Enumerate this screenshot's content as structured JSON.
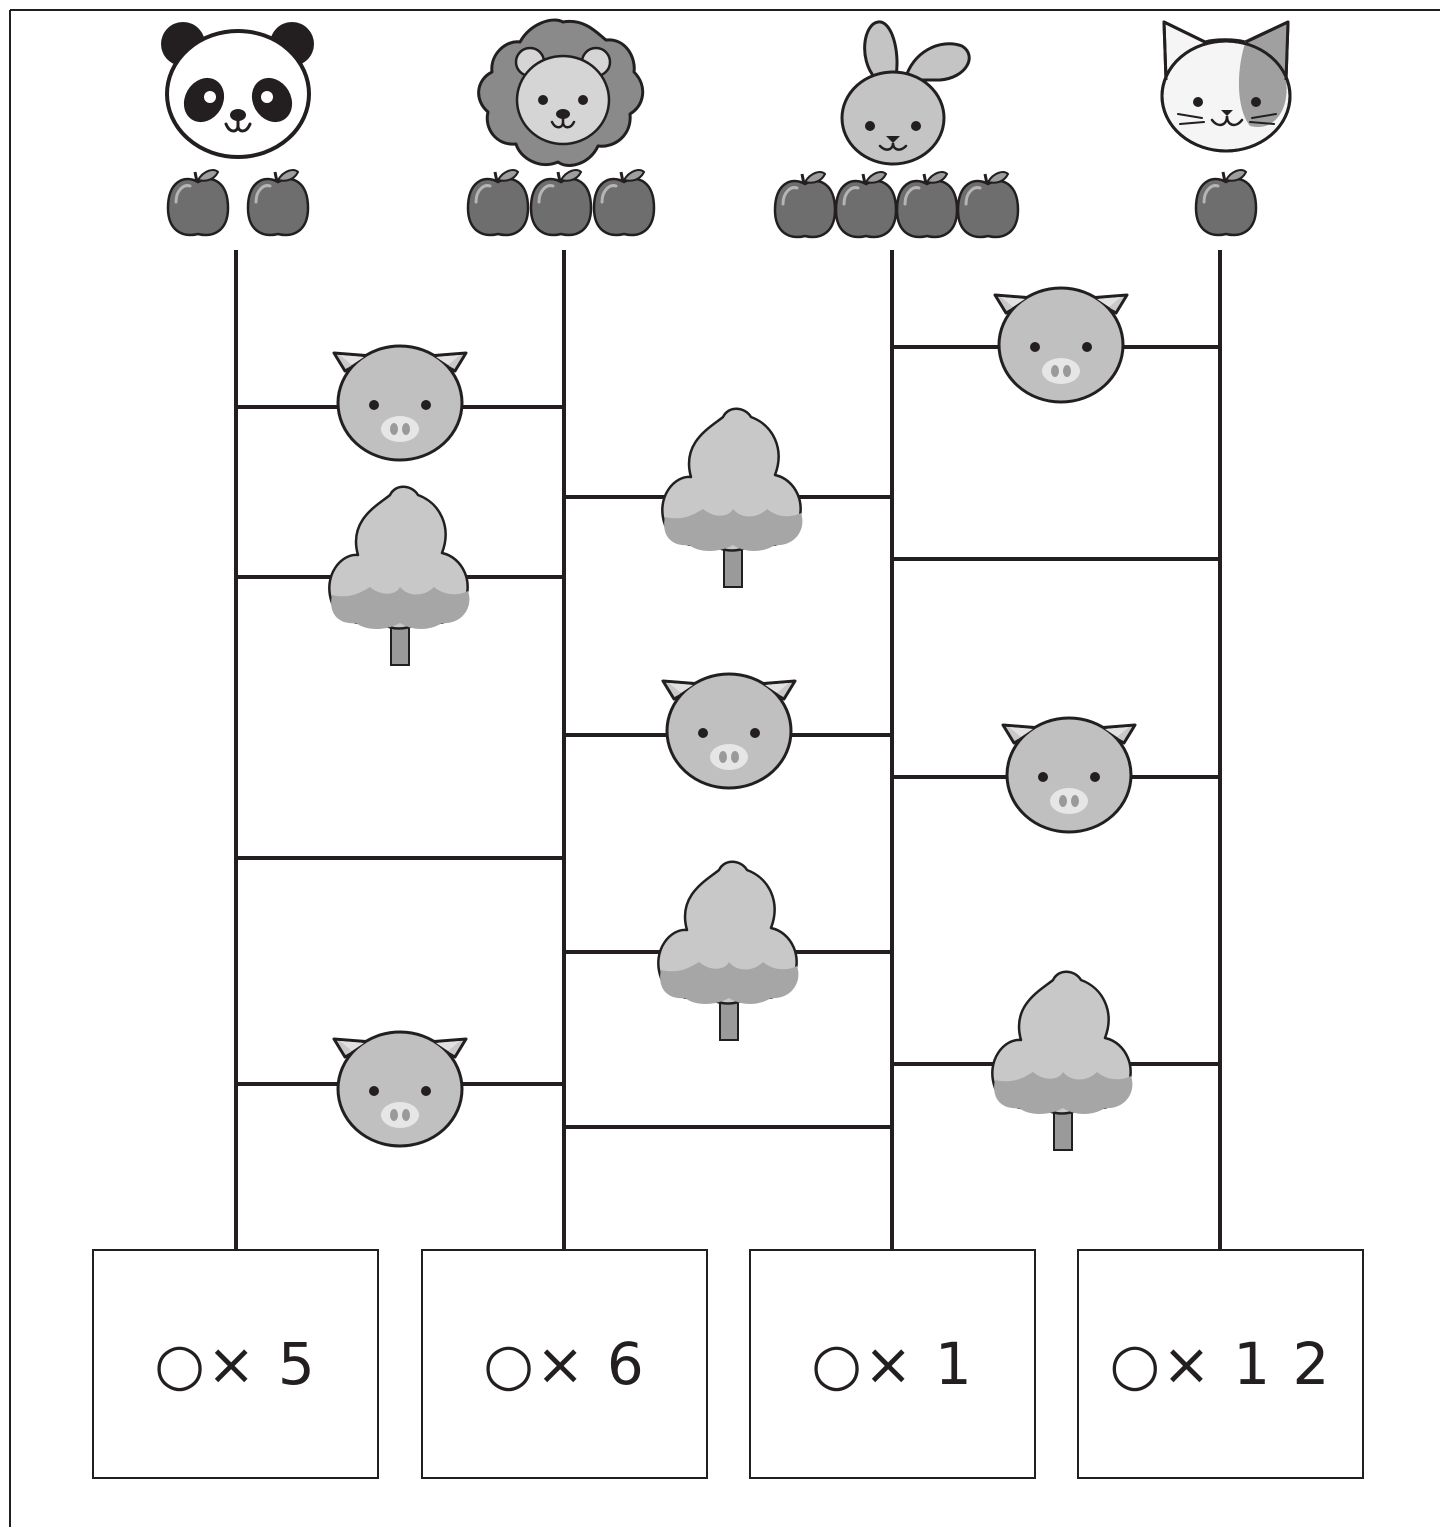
{
  "puzzle": {
    "animals": [
      {
        "name": "panda",
        "apples": 2
      },
      {
        "name": "lion",
        "apples": 3
      },
      {
        "name": "rabbit",
        "apples": 4
      },
      {
        "name": "cat",
        "apples": 1
      }
    ],
    "answer_boxes": [
      {
        "text": "○× 5"
      },
      {
        "text": "○× 6"
      },
      {
        "text": "○× 1"
      },
      {
        "text": "○× 1 2"
      }
    ]
  }
}
